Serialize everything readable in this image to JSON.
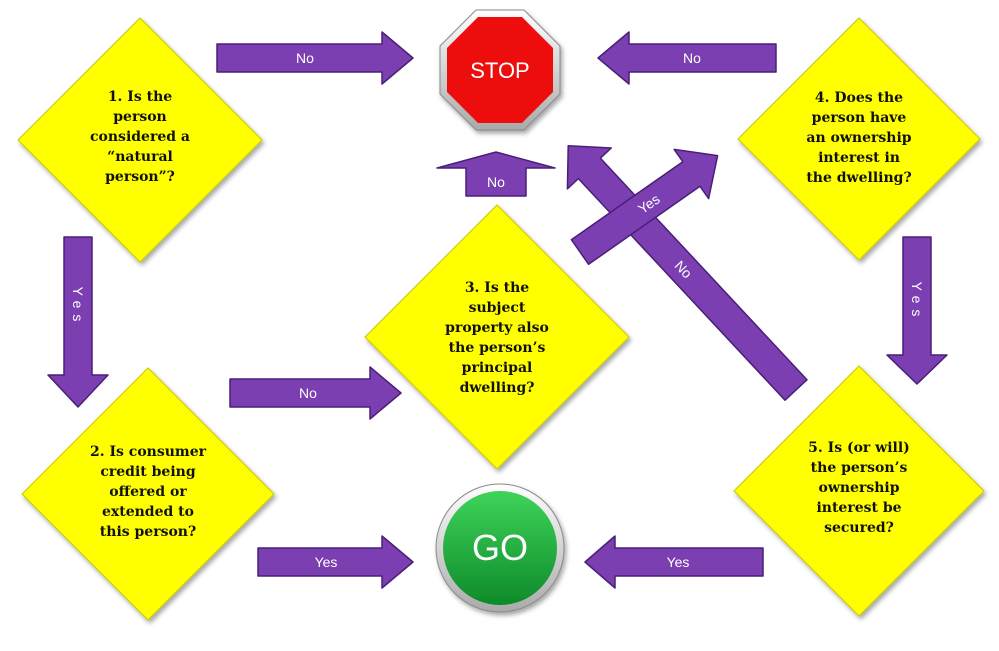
{
  "questions": {
    "q1": "1. Is the\nperson\nconsidered a\n“natural\nperson”?",
    "q2": "2. Is consumer\ncredit being\noffered or\nextended to\nthis person?",
    "q3": "3. Is the\nsubject\nproperty also\nthe person’s\nprincipal\ndwelling?",
    "q4": "4. Does the\nperson have\nan ownership\ninterest in\nthe dwelling?",
    "q5": "5. Is (or will)\nthe person’s\nownership\ninterest be\nsecured?"
  },
  "signs": {
    "stop": "STOP",
    "go": "GO"
  },
  "arrows": {
    "q1_no": "No",
    "q4_no": "No",
    "q3_no": "No",
    "q1_yes": "Yes",
    "q4_yes": "Yes",
    "q2_no": "No",
    "q2_yes": "Yes",
    "q5_yes": "Yes",
    "q3_yes": "Yes",
    "q5_no": "No"
  },
  "colors": {
    "diamond_fill": "#ffff00",
    "arrow_fill": "#7b3fb2",
    "arrow_stroke": "#4a1f78",
    "stop_fill": "#ee1111",
    "go_fill": "#1faa3a"
  }
}
